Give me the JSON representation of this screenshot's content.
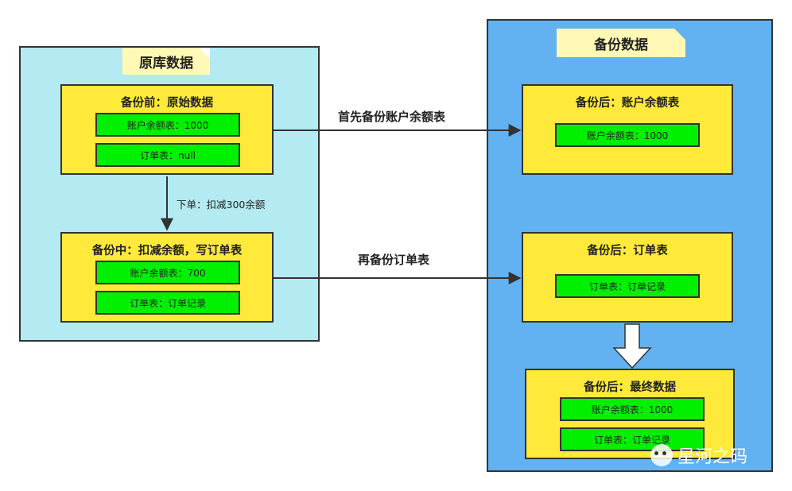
{
  "left_panel": {
    "title": "原库数据",
    "before": {
      "title": "备份前：原始数据",
      "account": "账户余额表：1000",
      "order": "订单表：null"
    },
    "edge_label": "下单：扣减300余额",
    "during": {
      "title": "备份中：扣减余额，写订单表",
      "account": "账户余额表：700",
      "order": "订单表：订单记录"
    }
  },
  "right_panel": {
    "title": "备份数据",
    "after_account": {
      "title": "备份后：账户余额表",
      "account": "账户余额表：1000"
    },
    "after_order": {
      "title": "备份后：订单表",
      "order": "订单表：订单记录"
    },
    "final": {
      "title": "备份后：最终数据",
      "account": "账户余额表：1000",
      "order": "订单表：订单记录"
    }
  },
  "edges": {
    "first": "首先备份账户余额表",
    "second": "再备份订单表"
  },
  "watermark": {
    "text": "星河之码"
  },
  "colors": {
    "left_bg": "#b4eaf1",
    "right_bg": "#62b2f2",
    "box": "#ffe93b",
    "cell": "#00f000",
    "note": "#fff9b5",
    "border": "#333333"
  }
}
